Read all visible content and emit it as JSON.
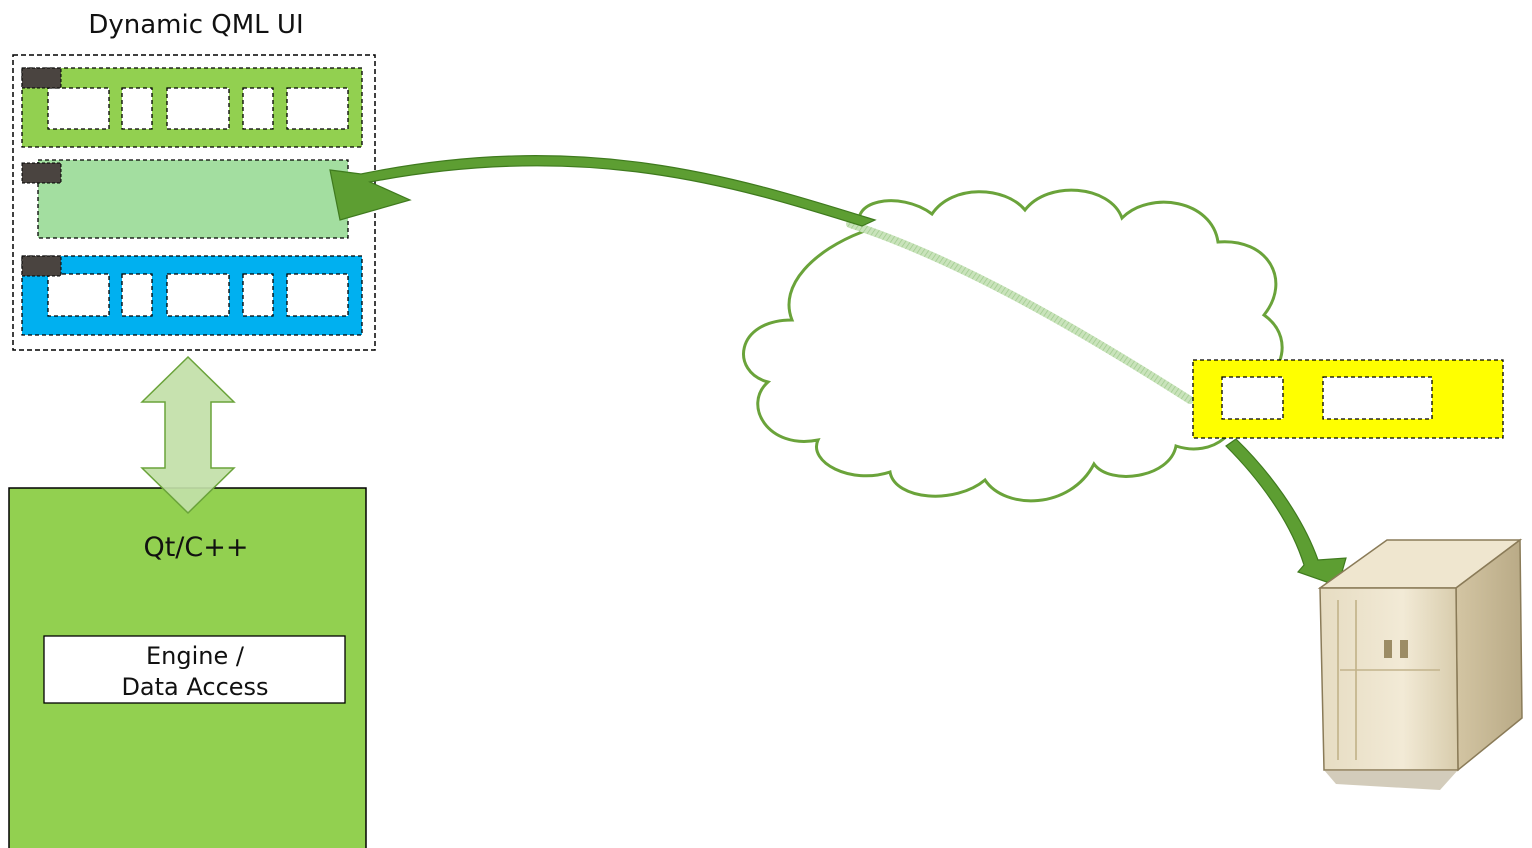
{
  "ui_panel": {
    "title": "Dynamic QML UI"
  },
  "backend": {
    "title": "Qt/C++",
    "engine_label_line1": "Engine /",
    "engine_label_line2": "Data Access"
  },
  "colors": {
    "green": "#92d050",
    "light_green": "#a3dea0",
    "blue": "#00b0f0",
    "yellow": "#ffff00",
    "arrow_green": "#5d9e32",
    "cloud_stroke": "#6aa33a",
    "handle": "#4a4440"
  },
  "icons": {
    "server": "server-icon",
    "cloud": "cloud-icon",
    "double_arrow": "double-arrow-icon"
  }
}
